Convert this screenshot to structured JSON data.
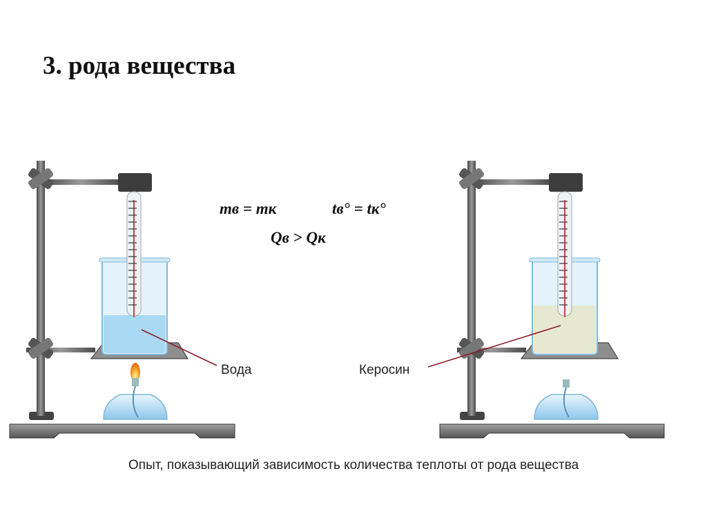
{
  "slide": {
    "title": "3. рода вещества"
  },
  "equations": {
    "mass": "mв = mк",
    "temperature": "tв° = tк°",
    "heat": "Qв > Qк"
  },
  "labels": {
    "water": "Вода",
    "kerosene": "Керосин"
  },
  "caption": "Опыт, показывающий зависимость количества теплоты от рода вещества",
  "colors": {
    "water": "#a9d8f2",
    "kerosene": "#e6e8cf",
    "glass": "#d6ecf8",
    "stand": "#6b6b6b",
    "pointer": "#8a1c2a",
    "flame": "#f2a22a"
  }
}
